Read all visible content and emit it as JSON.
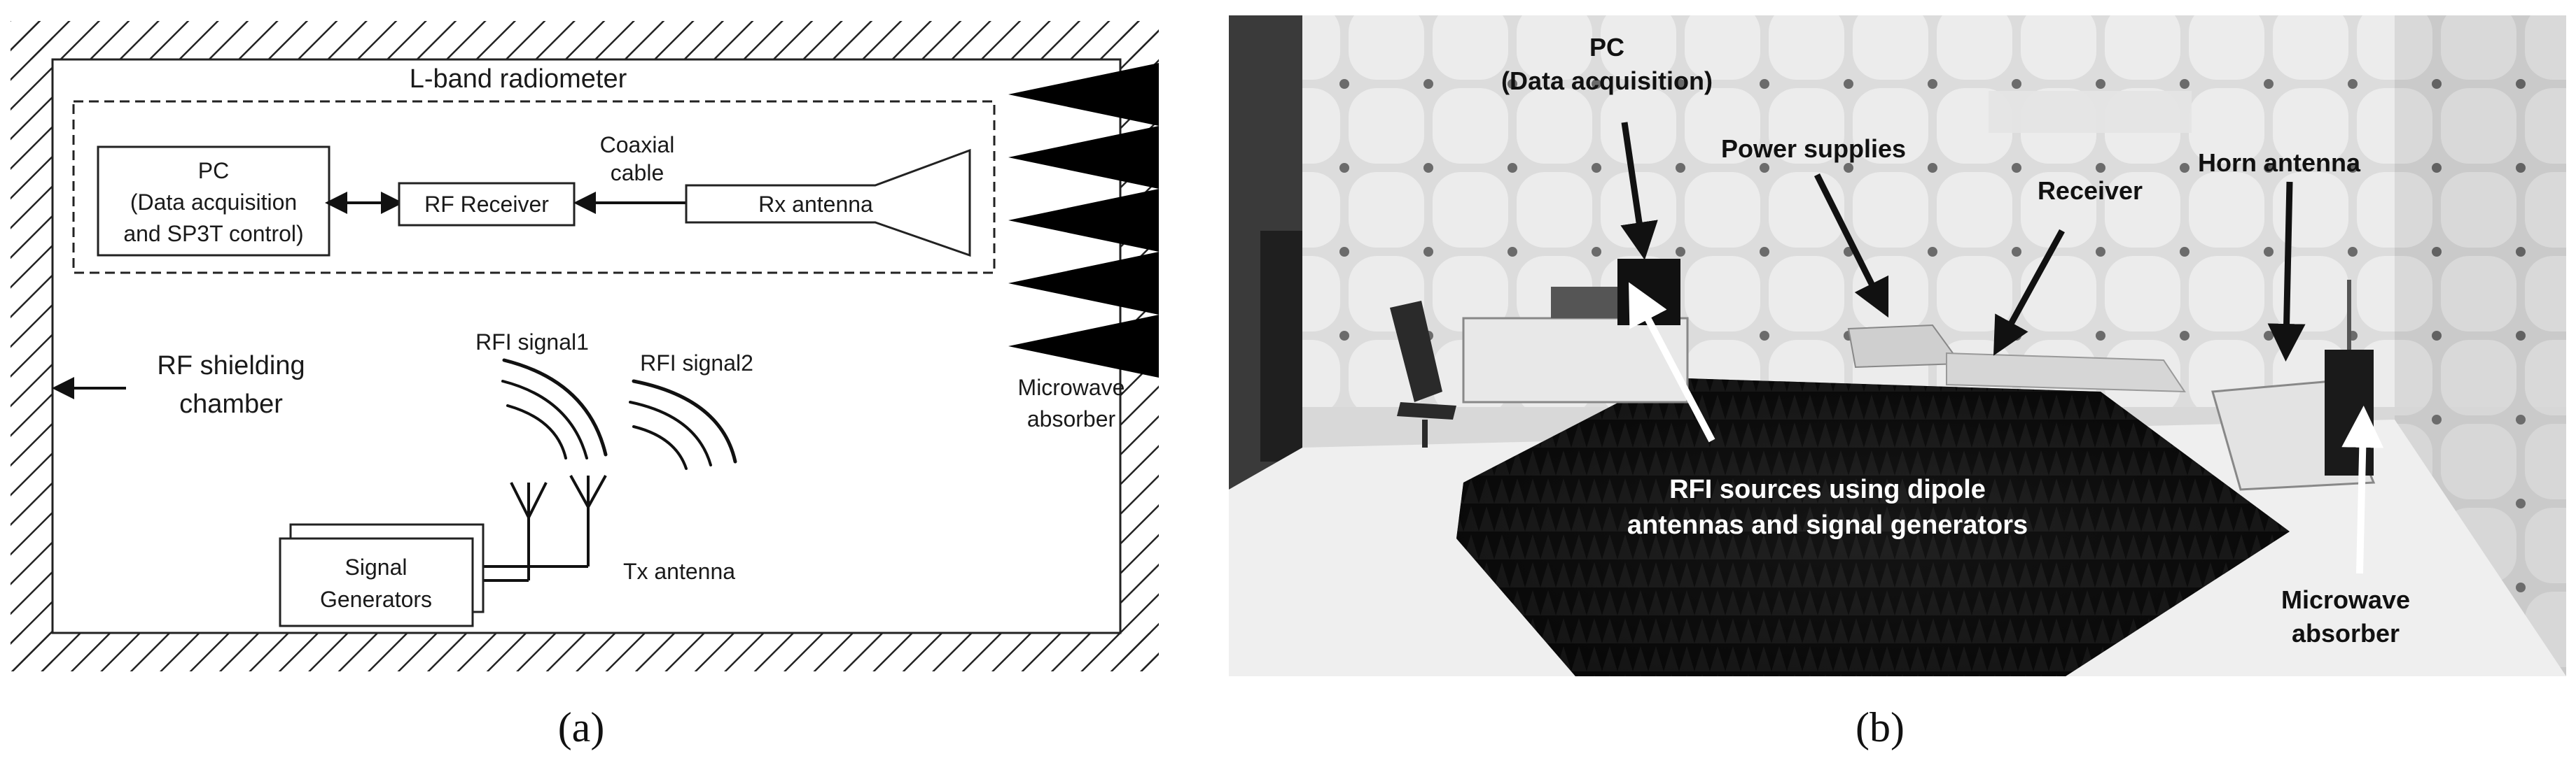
{
  "panel_a": {
    "radiometer_title": "L-band radiometer",
    "pc_line1": "PC",
    "pc_line2": "(Data acquisition",
    "pc_line3": "and SP3T control)",
    "rf_receiver": "RF Receiver",
    "coax_line1": "Coaxial",
    "coax_line2": "cable",
    "rx_antenna": "Rx antenna",
    "shielding_line1": "RF shielding",
    "shielding_line2": "chamber",
    "rfi_signal1": "RFI signal1",
    "rfi_signal2": "RFI signal2",
    "absorber_line1": "Microwave",
    "absorber_line2": "absorber",
    "siggen_line1": "Signal",
    "siggen_line2": "Generators",
    "tx_antenna": "Tx antenna",
    "caption": "(a)"
  },
  "panel_b": {
    "pc_line1": "PC",
    "pc_line2": "(Data acquisition)",
    "power_supplies": "Power supplies",
    "receiver": "Receiver",
    "horn_antenna": "Horn antenna",
    "rfi_line1": "RFI sources using dipole",
    "rfi_line2": "antennas and signal generators",
    "absorber_line1": "Microwave",
    "absorber_line2": "absorber",
    "caption": "(b)"
  }
}
